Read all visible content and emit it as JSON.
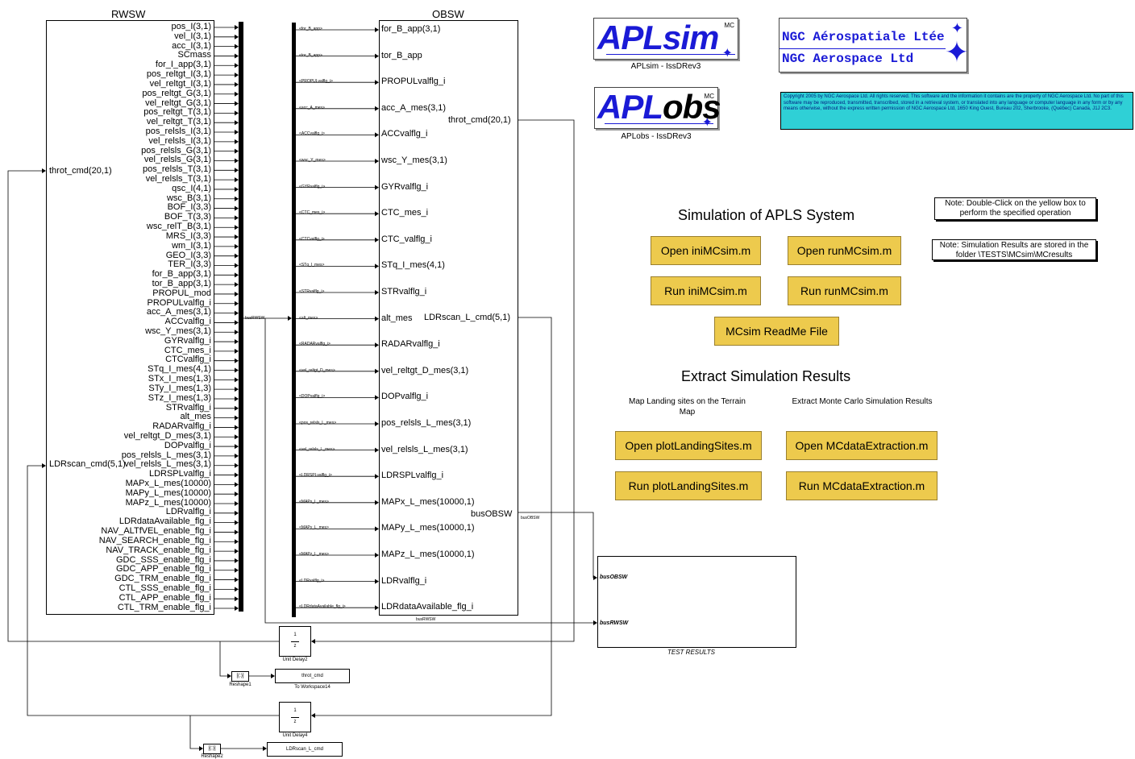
{
  "rwsw": {
    "title": "RWSW",
    "input_throt": "throt_cmd(20,1)",
    "input_ldr": "LDRscan_cmd(5,1)",
    "outputs": [
      "pos_I(3,1)",
      "vel_I(3,1)",
      "acc_I(3,1)",
      "SCmass",
      "for_I_app(3,1)",
      "pos_reltgt_I(3,1)",
      "vel_reltgt_I(3,1)",
      "pos_reltgt_G(3,1)",
      "vel_reltgt_G(3,1)",
      "pos_reltgt_T(3,1)",
      "vel_reltgt_T(3,1)",
      "pos_relsls_I(3,1)",
      "vel_relsls_I(3,1)",
      "pos_relsls_G(3,1)",
      "vel_relsls_G(3,1)",
      "pos_relsls_T(3,1)",
      "vel_relsls_T(3,1)",
      "qsc_I(4,1)",
      "wsc_B(3,1)",
      "BOF_I(3,3)",
      "BOF_T(3,3)",
      "wsc_relT_B(3,1)",
      "MRS_I(3,3)",
      "wm_I(3,1)",
      "GEO_I(3,3)",
      "TER_I(3,3)",
      "for_B_app(3,1)",
      "tor_B_app(3,1)",
      "PROPUL_mod",
      "PROPULvalflg_i",
      "acc_A_mes(3,1)",
      "ACCvalflg_i",
      "wsc_Y_mes(3,1)",
      "GYRvalflg_i",
      "CTC_mes_i",
      "CTCvalflg_i",
      "STq_I_mes(4,1)",
      "STx_I_mes(1,3)",
      "STy_I_mes(1,3)",
      "STz_I_mes(1,3)",
      "STRvalflg_i",
      "alt_mes",
      "RADARvalflg_i",
      "vel_reltgt_D_mes(3,1)",
      "DOPvalflg_i",
      "pos_relsls_L_mes(3,1)",
      "vel_relsls_L_mes(3,1)",
      "LDRSPLvalflg_i",
      "MAPx_L_mes(10000)",
      "MAPy_L_mes(10000)",
      "MAPz_L_mes(10000)",
      "LDRvalflg_i",
      "LDRdataAvailable_flg_i",
      "NAV_ALTfVEL_enable_flg_i",
      "NAV_SEARCH_enable_flg_i",
      "NAV_TRACK_enable_flg_i",
      "GDC_SSS_enable_flg_i",
      "GDC_APP_enable_flg_i",
      "GDC_TRM_enable_flg_i",
      "CTL_SSS_enable_flg_i",
      "CTL_APP_enable_flg_i",
      "CTL_TRM_enable_flg_i"
    ],
    "bus_label": "busRWSW"
  },
  "obsw": {
    "title": "OBSW",
    "inputs": [
      "for_B_app(3,1)",
      "tor_B_app",
      "PROPULvalflg_i",
      "acc_A_mes(3,1)",
      "ACCvalflg_i",
      "wsc_Y_mes(3,1)",
      "GYRvalflg_i",
      "CTC_mes_i",
      "CTC_valflg_i",
      "STq_I_mes(4,1)",
      "STRvalflg_i",
      "alt_mes",
      "RADARvalflg_i",
      "vel_reltgt_D_mes(3,1)",
      "DOPvalflg_i",
      "pos_relsls_L_mes(3,1)",
      "vel_relsls_L_mes(3,1)",
      "LDRSPLvalflg_i",
      "MAPx_L_mes(10000,1)",
      "MAPy_L_mes(10000,1)",
      "MAPz_L_mes(10000,1)",
      "LDRvalflg_i",
      "LDRdataAvailable_flg_i"
    ],
    "sel_labels": [
      "<for_B_app>",
      "<tor_B_app>",
      "<PROPULvalflg_i>",
      "<acc_A_mes>",
      "<ACCvalflg_i>",
      "<wsc_Y_mes>",
      "<GYRvalflg_i>",
      "<CTC_mes_i>",
      "<CTCvalflg_i>",
      "<STq_I_mes>",
      "<STRvalflg_i>",
      "<alt_mes>",
      "<RADARvalflg_i>",
      "<vel_reltgt_D_mes>",
      "<DOPvalflg_i>",
      "<pos_relsls_L_mes>",
      "<vel_relsls_L_mes>",
      "<LDRSPLvalflg_i>",
      "<MAPx_L_mes>",
      "<MAPy_L_mes>",
      "<MAPz_L_mes>",
      "<LDRvalflg_i>",
      "<LDRdataAvailable_flg_i>"
    ],
    "out_throt": "throt_cmd(20,1)",
    "out_ldr": "LDRscan_L_cmd(5,1)",
    "out_bus": "busOBSW",
    "bus_label": "busOBSW"
  },
  "test": {
    "in1": "busOBSW",
    "in2": "busRWSW",
    "caption": "TEST RESULTS"
  },
  "delay2": {
    "num": "1",
    "den": "z",
    "caption": "Unit Delay2"
  },
  "delay4": {
    "num": "1",
    "den": "z",
    "caption": "Unit Delay4"
  },
  "reshape1": {
    "text": "[(:)]",
    "caption": "Reshape1"
  },
  "reshape2": {
    "text": "[(:)]",
    "caption": "Reshape2"
  },
  "workspace1": {
    "text": "throt_cmd",
    "caption": "To Workspace14"
  },
  "workspace2": {
    "text": "LDRscan_L_cmd"
  },
  "logos": {
    "sim_main": "APL",
    "sim_italic": "sim",
    "sim_sup": "MC",
    "sim_caption": "APLsim - IssDRev3",
    "obs_main": "APL",
    "obs_italic": "obs",
    "obs_sup": "MC",
    "obs_caption": "APLobs - IssDRev3",
    "ngc_line1": "NGC Aérospatiale Ltée",
    "ngc_line2": "NGC Aerospace Ltd"
  },
  "copyright": "Copyright 2005 by NGC Aerospace Ltd. All rights reserved. This software and the information it contains are the property of NGC Aerospace Ltd. No part of this software may be reproduced, transmitted, transcribed, stored in a retrieval system, or translated into any language or computer language in any form or by any means otherwise, without the express written permission of NGC Aerospace Ltd, 1650 King Ouest, Bureau 202, Sherbrooke, (Québec) Canada, J1J 2C3.",
  "panel": {
    "sim_title": "Simulation of APLS System",
    "note1": "Note: Double-Click on the yellow box to perform the specified operation",
    "note2": "Note: Simulation Results are stored in the folder \\TESTS\\MCsim\\MCresults",
    "btn_open_ini": "Open iniMCsim.m",
    "btn_open_run": "Open runMCsim.m",
    "btn_run_ini": "Run iniMCsim.m",
    "btn_run_run": "Run runMCsim.m",
    "btn_readme": "MCsim ReadMe File",
    "extract_title": "Extract Simulation Results",
    "cap_map": "Map Landing sites on the Terrain Map",
    "cap_mc": "Extract Monte Carlo Simulation Results",
    "btn_open_plot": "Open plotLandingSites.m",
    "btn_open_mc": "Open MCdataExtraction.m",
    "btn_run_plot": "Run plotLandingSites.m",
    "btn_run_mc": "Run MCdataExtraction.m"
  },
  "colors": {
    "button": "#edca4d",
    "copyright_bg": "#2fd0d6",
    "logo_blue": "#1a1ad6"
  }
}
